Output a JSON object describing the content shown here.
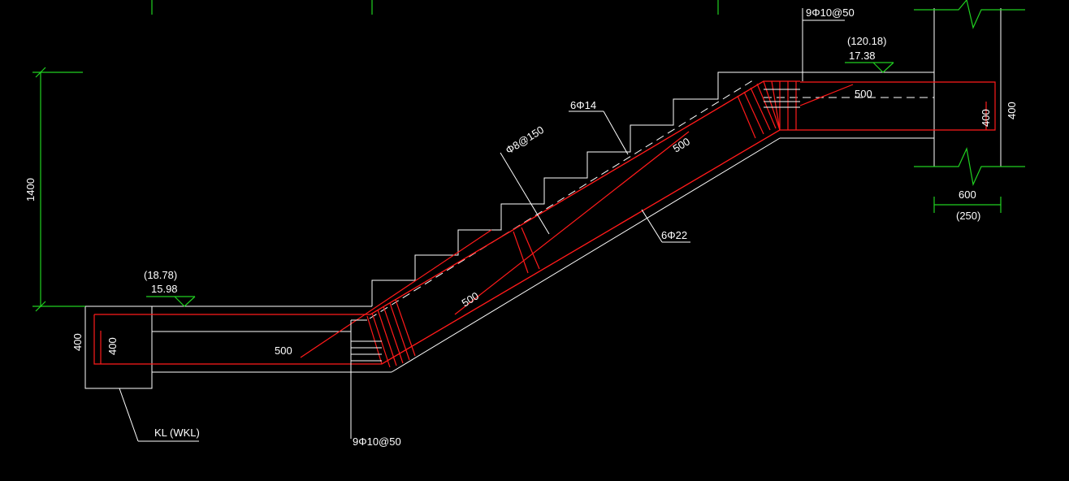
{
  "drawing": {
    "labels": {
      "stirrup_top": "9Φ10@50",
      "stirrup_bottom": "9Φ10@50",
      "elev_top_paren": "(120.18)",
      "elev_top": "17.38",
      "elev_bottom_paren": "(18.78)",
      "elev_bottom": "15.98",
      "top_bar": "6Φ14",
      "distribution_bar": "Φ8@150",
      "bottom_bar": "6Φ22",
      "beam": "KL (WKL)",
      "anchor_top_right": "500",
      "anchor_mid_upper": "500",
      "anchor_mid_lower": "500",
      "anchor_bottom_left": "500",
      "dim_height": "1400",
      "dim_left_depth": "400",
      "dim_left_inner": "400",
      "dim_right_depth": "400",
      "dim_right_inner": "400",
      "dim_right_width": "600",
      "dim_right_width_paren": "(250)"
    },
    "colors": {
      "background": "#000000",
      "outline": "#ffffff",
      "rebar": "#ff1a1a",
      "dimension": "#20d020"
    }
  }
}
